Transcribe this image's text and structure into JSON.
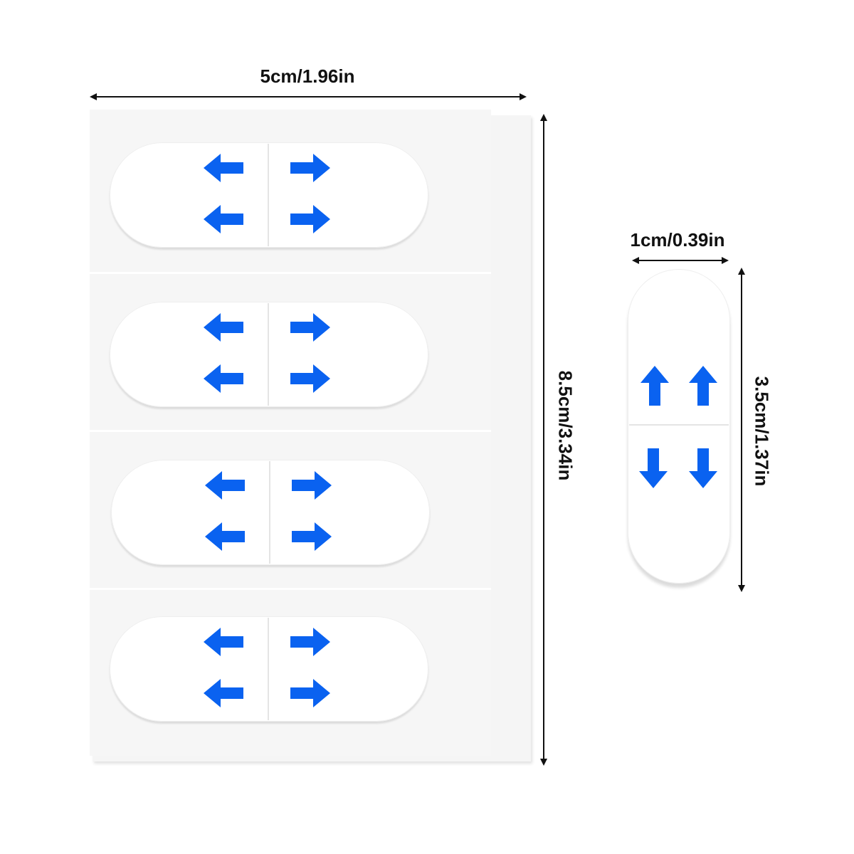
{
  "dimensions": {
    "sheet_width": "5cm/1.96in",
    "sheet_height": "8.5cm/3.34in",
    "piece_width": "1cm/0.39in",
    "piece_height": "3.5cm/1.37in"
  },
  "colors": {
    "arrow": "#0a62f0",
    "dimension_line": "#111111",
    "sheet": "#f6f6f6",
    "strip": "#ffffff"
  },
  "icons": {
    "left": "arrow-left-icon",
    "right": "arrow-right-icon",
    "up": "arrow-up-icon",
    "down": "arrow-down-icon"
  }
}
